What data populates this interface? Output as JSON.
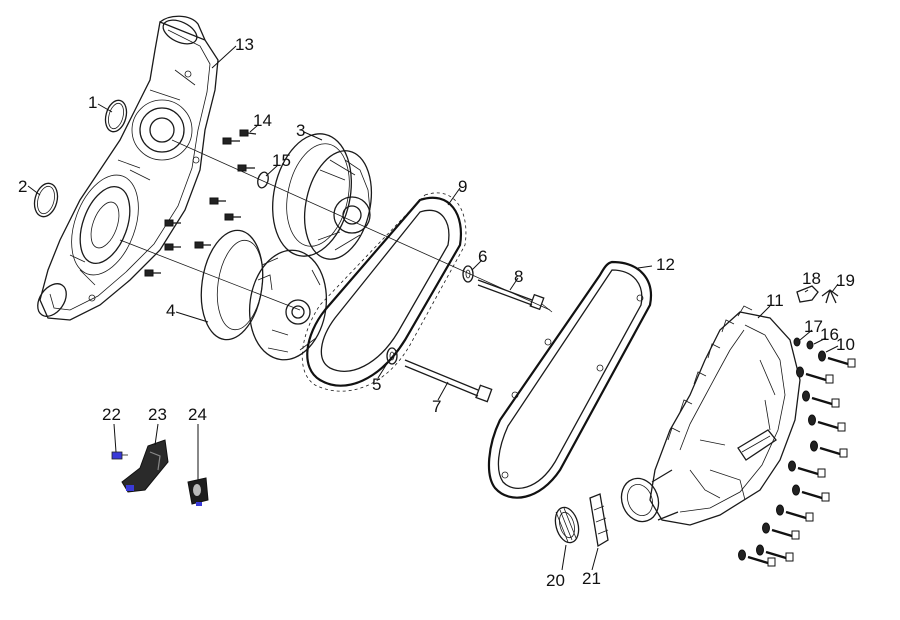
{
  "callouts": {
    "c1": "1",
    "c2": "2",
    "c3": "3",
    "c4": "4",
    "c5": "5",
    "c6": "6",
    "c7": "7",
    "c8": "8",
    "c9": "9",
    "c10": "10",
    "c11": "11",
    "c12": "12",
    "c13": "13",
    "c14": "14",
    "c15": "15",
    "c16": "16",
    "c17": "17",
    "c18": "18",
    "c19": "19",
    "c20": "20",
    "c21": "21",
    "c22": "22",
    "c23": "23",
    "c24": "24"
  },
  "colors": {
    "line": "#1a1a1a",
    "accent_blue": "#3a3ad8",
    "background": "#ffffff"
  }
}
